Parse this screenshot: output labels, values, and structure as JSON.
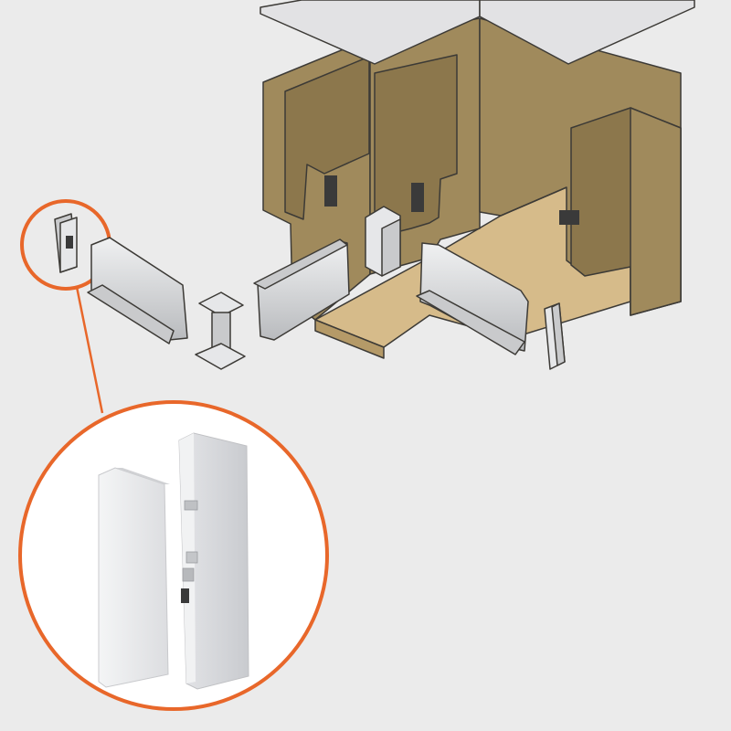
{
  "colors": {
    "background": "#ebebeb",
    "callout": "#e8672a",
    "cabinet_wood": "#a08a5c",
    "cabinet_wood_dark": "#8c774c",
    "cabinet_floor": "#d6bb8a",
    "cabinet_floor_edge": "#b59a68",
    "countertop": "#e2e2e4",
    "profile_metal": "#c9cacc",
    "profile_metal_light": "#e6e7e9",
    "outline": "#3c3a36",
    "clip_dark": "#3a3a3a",
    "magnified_panel": "#e9eaec",
    "magnified_background": "#ffffff"
  },
  "icons": {
    "callout_marker": "circle-outline",
    "end_cap_part": "end-cap-part",
    "magnified_view": "magnifier-circle"
  }
}
